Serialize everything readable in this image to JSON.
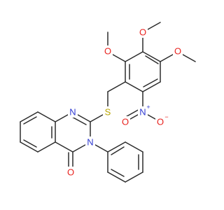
{
  "molecule": {
    "atoms": [
      {
        "id": "O_a",
        "label": "O",
        "kind": "oxygen"
      },
      {
        "id": "O_b",
        "label": "O",
        "kind": "oxygen"
      },
      {
        "id": "O_c",
        "label": "O",
        "kind": "oxygen"
      },
      {
        "id": "S",
        "label": "S",
        "kind": "sulfur"
      },
      {
        "id": "N_quin1",
        "label": "N",
        "kind": "nitrogen"
      },
      {
        "id": "N_quin3",
        "label": "N",
        "kind": "nitrogen"
      },
      {
        "id": "N_nitro",
        "label": "N",
        "kind": "nitrogen",
        "charge": "+"
      },
      {
        "id": "O_nitro1",
        "label": "O",
        "kind": "oxygen"
      },
      {
        "id": "O_nitro2",
        "label": "O",
        "kind": "oxygen",
        "charge": "−"
      },
      {
        "id": "O_carbonyl",
        "label": "O",
        "kind": "oxygen"
      }
    ],
    "colors": {
      "bond": "#2b2b2b",
      "oxygen": "#e8231f",
      "nitrogen": "#2f3ad1",
      "sulfur": "#b8a400"
    }
  }
}
